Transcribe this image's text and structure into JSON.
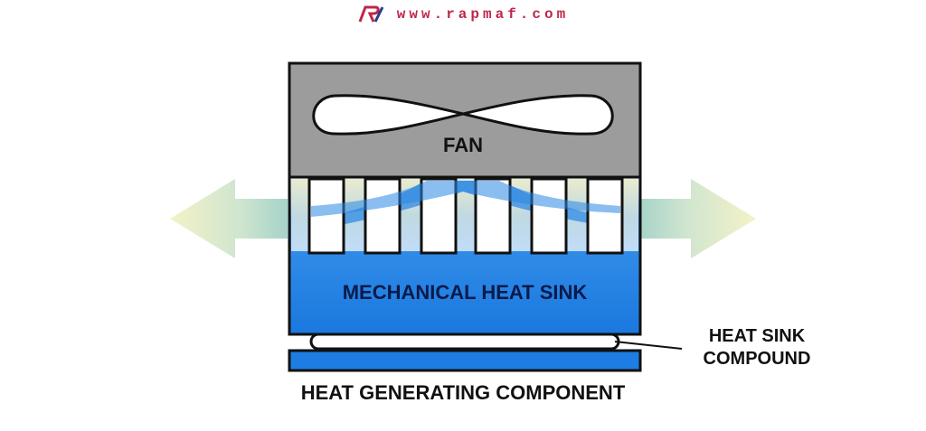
{
  "watermark": {
    "logo_text": "R7",
    "url": "www.rapmaf.com"
  },
  "labels": {
    "fan": "FAN",
    "heat_sink": "MECHANICAL HEAT SINK",
    "compound_line1": "HEAT SINK",
    "compound_line2": "COMPOUND",
    "component": "HEAT GENERATING COMPONENT"
  },
  "colors": {
    "fan_housing": "#9c9c9c",
    "heat_sink_blue": "#1e7de2",
    "heat_sink_light": "#cfe4fb",
    "airflow_yellow": "#eef0c7",
    "airflow_green": "#a9d4c8",
    "component": "#1e7de2",
    "outline": "#111111"
  }
}
